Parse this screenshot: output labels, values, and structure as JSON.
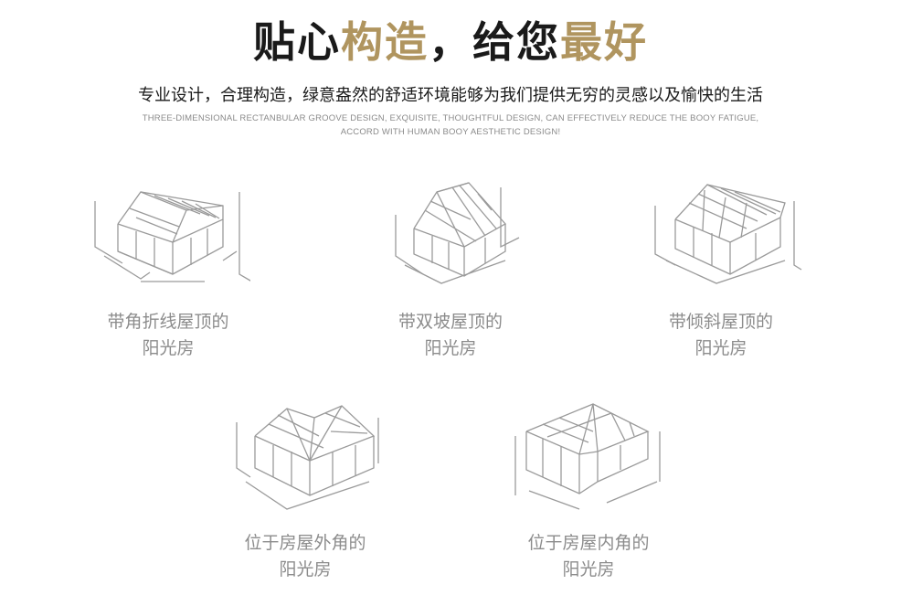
{
  "header": {
    "title_part1": "贴心",
    "title_part2": "构造",
    "title_part3": "，给您",
    "title_part4": "最好",
    "subtitle": "专业设计，合理构造，绿意盎然的舒适环境能够为我们提供无穷的灵感以及愉快的生活",
    "english_line1": "THREE-DIMENSIONAL RECTANBULAR GROOVE DESIGN, EXQUISITE, THOUGHTFUL DESIGN, CAN EFFECTIVELY REDUCE THE BOOY FATIGUE,",
    "english_line2": "ACCORD WITH HUMAN BOOY AESTHETIC DESIGN!",
    "accent_color": "#b0955f"
  },
  "items": [
    {
      "line1": "带角折线屋顶的",
      "line2": "阳光房",
      "icon": "folded-roof-sunroom-icon"
    },
    {
      "line1": "带双坡屋顶的",
      "line2": "阳光房",
      "icon": "gable-roof-sunroom-icon"
    },
    {
      "line1": "带倾斜屋顶的",
      "line2": "阳光房",
      "icon": "sloped-roof-sunroom-icon"
    },
    {
      "line1": "位于房屋外角的",
      "line2": "阳光房",
      "icon": "outer-corner-sunroom-icon"
    },
    {
      "line1": "位于房屋内角的",
      "line2": "阳光房",
      "icon": "inner-corner-sunroom-icon"
    }
  ]
}
